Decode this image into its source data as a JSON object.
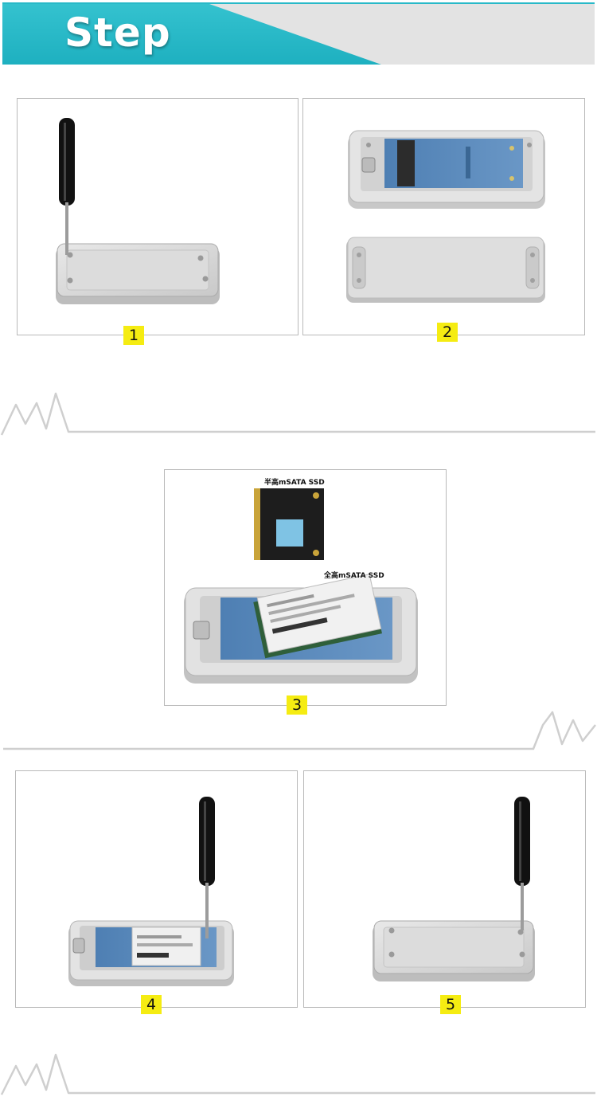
{
  "header": {
    "title": "Step"
  },
  "steps": [
    {
      "number": "1"
    },
    {
      "number": "2"
    },
    {
      "number": "3",
      "labels": {
        "half_height": "半高mSATA SSD",
        "full_height": "全高mSATA SSD"
      }
    },
    {
      "number": "4"
    },
    {
      "number": "5"
    }
  ],
  "colors": {
    "accent": "#28b9c8",
    "badge": "#f5ec12",
    "frame_border": "#b9b9b9",
    "divider": "#d0d0d0"
  },
  "icons": [
    "screwdriver-icon",
    "enclosure-icon",
    "msata-ssd-icon",
    "zigzag-divider-icon"
  ]
}
